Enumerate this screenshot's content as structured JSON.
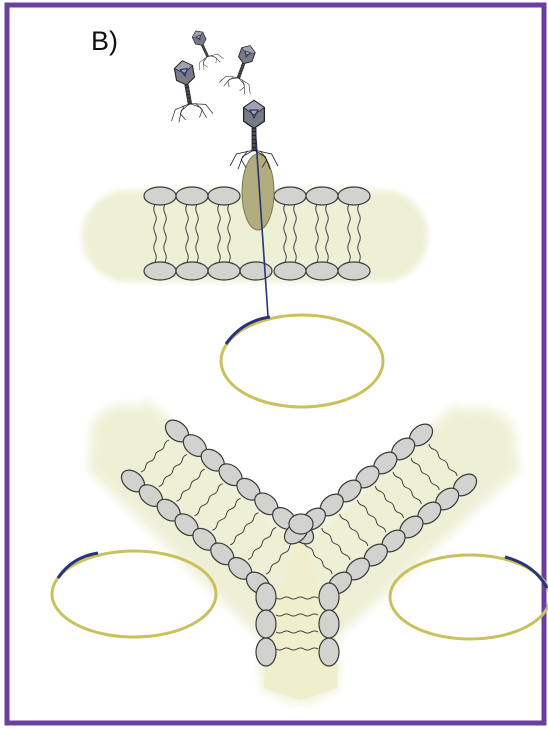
{
  "panel": {
    "label": "B)"
  },
  "colors": {
    "border": "#6a3fa0",
    "membrane_glow": "#eef0d6",
    "head_fill": "#d2d2cf",
    "head_stroke": "#3a3a3a",
    "protein": "#b2ad7e",
    "dna_ring": "#c9c15e",
    "dna_injected": "#27337a",
    "phage_head": "#777b86",
    "phage_dark": "#222222"
  },
  "icons": {
    "phage": "bacteriophage-icon",
    "receptor": "membrane-receptor-protein",
    "plasmid": "circular-dna-ring"
  }
}
